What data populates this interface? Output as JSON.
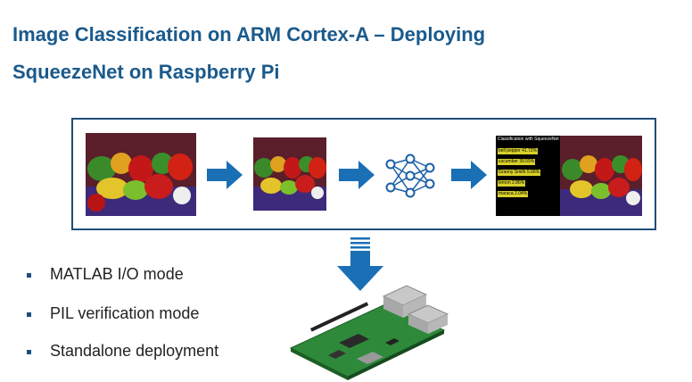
{
  "slide": {
    "title_line1": "Image Classification on ARM Cortex-A – Deploying",
    "title_line2": "SqueezeNet on Raspberry Pi"
  },
  "pipeline": {
    "result_panel": {
      "title": "Classification with SqueezeNet",
      "labels": [
        "bell pepper 41.72%",
        "cucumber 39.55%",
        "Granny Smith 5.66%",
        "lemon 2.86%",
        "maraca 2.04%"
      ]
    }
  },
  "bullets": [
    "MATLAB I/O mode",
    "PIL verification mode",
    "Standalone deployment"
  ],
  "colors": {
    "title": "#1a5a8c",
    "arrow": "#1b6fb5",
    "frame": "#1e4e79",
    "label_bg": "#d8d12a",
    "pcb": "#2e8a3a"
  },
  "icons": {
    "network": "neural-network-icon",
    "down_arrow": "down-arrow-icon",
    "board": "raspberry-pi-board"
  }
}
